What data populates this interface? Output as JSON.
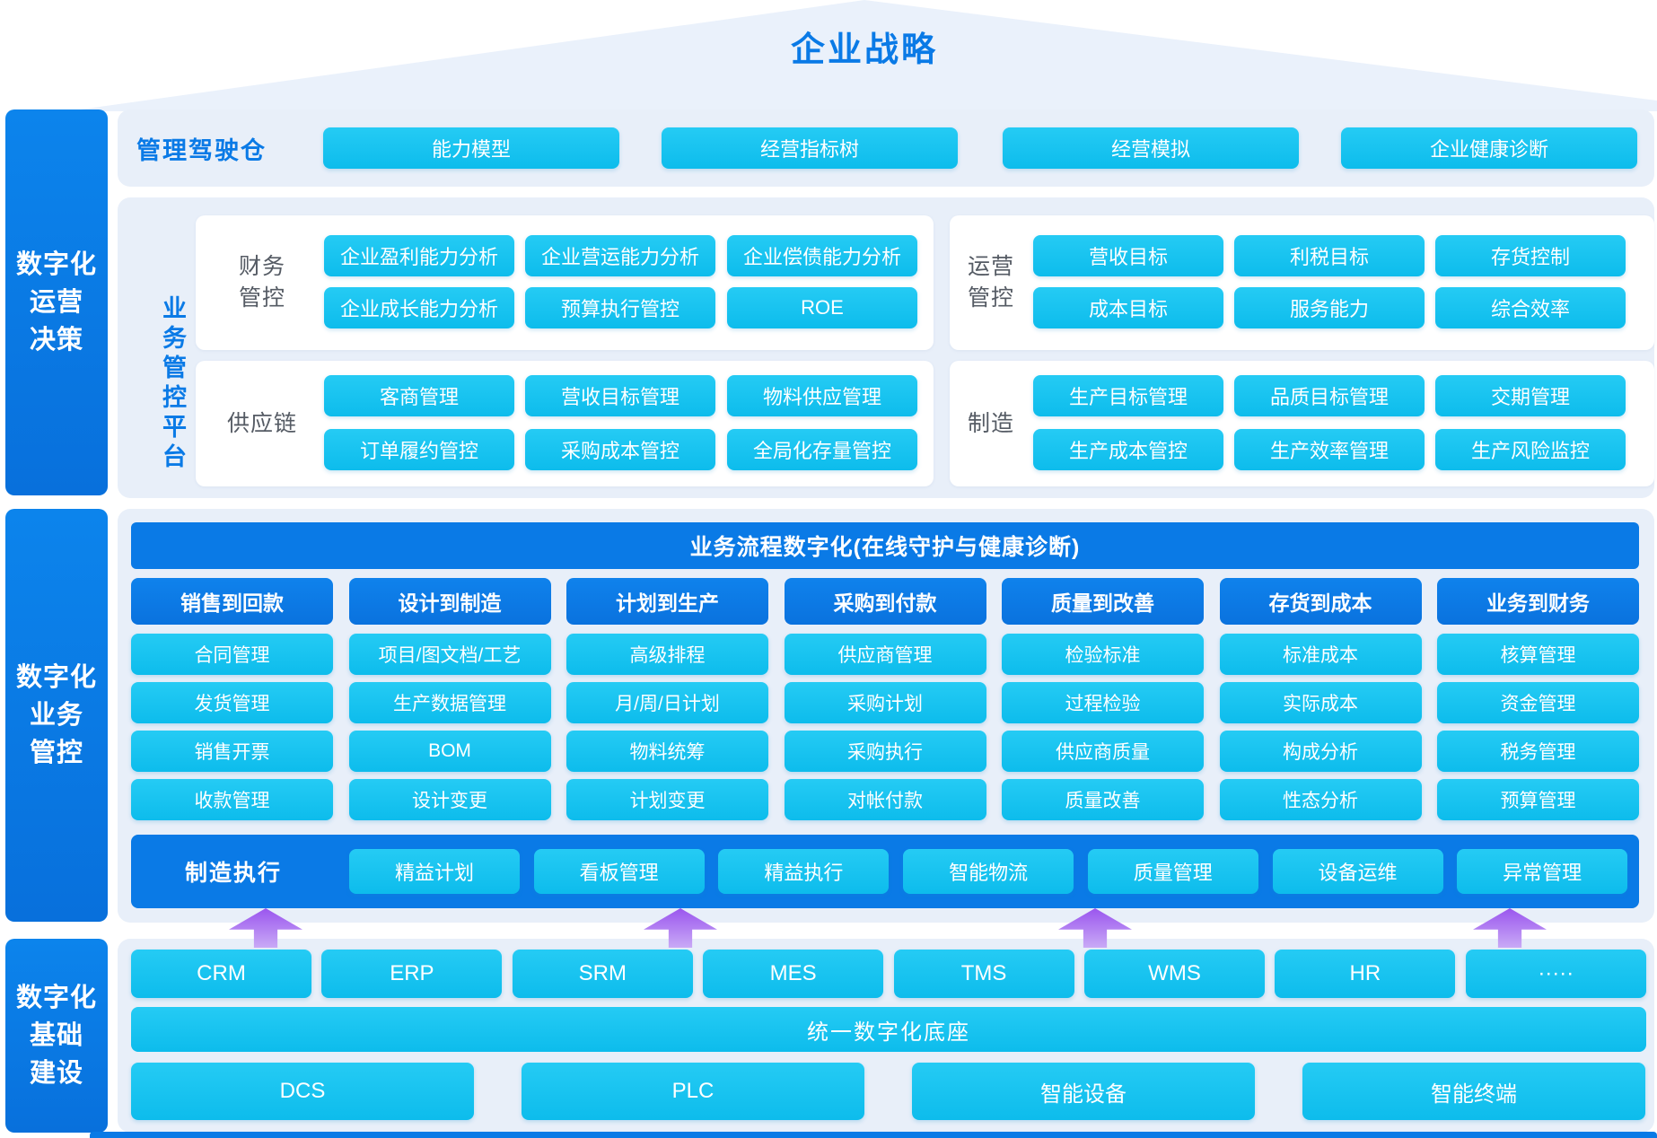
{
  "strategy_title": "企业战略",
  "sidebar_sections": [
    {
      "name": "digital-operation-decision",
      "lines": [
        "数字化",
        "运营",
        "决策"
      ]
    },
    {
      "name": "digital-business-control",
      "lines": [
        "数字化",
        "业务",
        "管控"
      ]
    },
    {
      "name": "digital-infrastructure",
      "lines": [
        "数字化",
        "基础",
        "建设"
      ]
    }
  ],
  "decision": {
    "cockpit": {
      "label": "管理驾驶仓",
      "buttons": [
        "能力模型",
        "经营指标树",
        "经营模拟",
        "企业健康诊断"
      ]
    },
    "platform": {
      "label": "业务管控平台",
      "groups": [
        {
          "name": "财务管控",
          "lines": [
            "财务",
            "管控"
          ],
          "rows": [
            [
              "企业盈利能力分析",
              "企业营运能力分析",
              "企业偿债能力分析"
            ],
            [
              "企业成长能力分析",
              "预算执行管控",
              "ROE"
            ]
          ]
        },
        {
          "name": "运营管控",
          "lines": [
            "运营",
            "管控"
          ],
          "rows": [
            [
              "营收目标",
              "利税目标",
              "存货控制"
            ],
            [
              "成本目标",
              "服务能力",
              "综合效率"
            ]
          ]
        },
        {
          "name": "供应链",
          "lines": [
            "供应链"
          ],
          "rows": [
            [
              "客商管理",
              "营收目标管理",
              "物料供应管理"
            ],
            [
              "订单履约管控",
              "采购成本管控",
              "全局化存量管控"
            ]
          ]
        },
        {
          "name": "制造",
          "lines": [
            "制造"
          ],
          "rows": [
            [
              "生产目标管理",
              "品质目标管理",
              "交期管理"
            ],
            [
              "生产成本管控",
              "生产效率管理",
              "生产风险监控"
            ]
          ]
        }
      ]
    }
  },
  "business": {
    "banner": "业务流程数字化(在线守护与健康诊断)",
    "columns": [
      {
        "header": "销售到回款",
        "cells": [
          "合同管理",
          "发货管理",
          "销售开票",
          "收款管理"
        ]
      },
      {
        "header": "设计到制造",
        "cells": [
          "项目/图文档/工艺",
          "生产数据管理",
          "BOM",
          "设计变更"
        ]
      },
      {
        "header": "计划到生产",
        "cells": [
          "高级排程",
          "月/周/日计划",
          "物料统筹",
          "计划变更"
        ]
      },
      {
        "header": "采购到付款",
        "cells": [
          "供应商管理",
          "采购计划",
          "采购执行",
          "对帐付款"
        ]
      },
      {
        "header": "质量到改善",
        "cells": [
          "检验标准",
          "过程检验",
          "供应商质量",
          "质量改善"
        ]
      },
      {
        "header": "存货到成本",
        "cells": [
          "标准成本",
          "实际成本",
          "构成分析",
          "性态分析"
        ]
      },
      {
        "header": "业务到财务",
        "cells": [
          "核算管理",
          "资金管理",
          "税务管理",
          "预算管理"
        ]
      }
    ],
    "mes": {
      "label": "制造执行",
      "buttons": [
        "精益计划",
        "看板管理",
        "精益执行",
        "智能物流",
        "质量管理",
        "设备运维",
        "异常管理"
      ]
    }
  },
  "infrastructure": {
    "systems": [
      "CRM",
      "ERP",
      "SRM",
      "MES",
      "TMS",
      "WMS",
      "HR",
      "·····"
    ],
    "base_platform": "统一数字化底座",
    "devices": [
      "DCS",
      "PLC",
      "智能设备",
      "智能终端"
    ]
  },
  "arrows": {
    "icon": "up-arrow",
    "count": 4
  },
  "colors": {
    "primary_blue": "#0A7AE6",
    "cyan": "#12C1EF",
    "panel_bg": "#E8EFF9",
    "roof_bg": "#EAF1FB",
    "arrow_purple": "#A76CF0",
    "group_label_grey": "#555B64"
  }
}
